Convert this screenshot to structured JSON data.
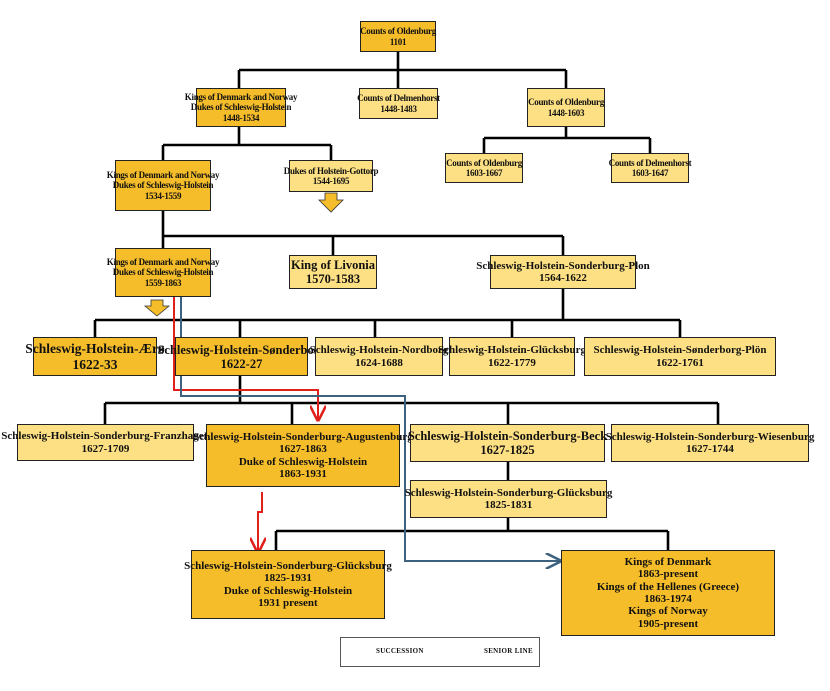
{
  "nodes": {
    "counts_oldenburg_1101": {
      "lines": [
        "Counts of Oldenburg",
        "1101"
      ]
    },
    "kings_dk_no_1448": {
      "lines": [
        "Kings of Denmark and Norway",
        "Dukes of Schleswig-Holstein",
        "1448-1534"
      ]
    },
    "counts_delmenhorst_1448": {
      "lines": [
        "Counts of Delmenhorst",
        "1448-1483"
      ]
    },
    "counts_oldenburg_1448": {
      "lines": [
        "Counts of Oldenburg",
        "1448-1603"
      ]
    },
    "counts_oldenburg_1603": {
      "lines": [
        "Counts of Oldenburg",
        "1603-1667"
      ]
    },
    "counts_delmenhorst_1603": {
      "lines": [
        "Counts of Delmenhorst",
        "1603-1647"
      ]
    },
    "kings_dk_no_1534": {
      "lines": [
        "Kings of Denmark and Norway",
        "Dukes of Schleswig-Holstein",
        "1534-1559"
      ]
    },
    "dukes_holstein_gottorp": {
      "lines": [
        "Dukes of Holstein-Gottorp",
        "1544-1695"
      ]
    },
    "kings_dk_no_1559": {
      "lines": [
        "Kings of Denmark and Norway",
        "Dukes of Schleswig-Holstein",
        "1559-1863"
      ]
    },
    "king_livonia": {
      "lines": [
        "King of Livonia",
        "1570-1583"
      ]
    },
    "shs_plon_1564": {
      "lines": [
        "Schleswig-Holstein-Sonderburg-Plon",
        "1564-1622"
      ]
    },
    "sh_aero": {
      "lines": [
        "Schleswig-Holstein-Ærø",
        "1622-33"
      ]
    },
    "sh_sonderburg": {
      "lines": [
        "Schleswig-Holstein-Sønderborg",
        "1622-27"
      ]
    },
    "sh_nordborg": {
      "lines": [
        "Schleswig-Holstein-Nordborg",
        "1624-1688"
      ]
    },
    "sh_glucksburg_1622": {
      "lines": [
        "Schleswig-Holstein-Glücksburg",
        "1622-1779"
      ]
    },
    "sh_sonderborg_plon": {
      "lines": [
        "Schleswig-Holstein-Sønderborg-Plön",
        "1622-1761"
      ]
    },
    "shs_franzhagen": {
      "lines": [
        "Schleswig-Holstein-Sonderburg-Franzhagen",
        "1627-1709"
      ]
    },
    "shs_augustenburg": {
      "lines": [
        "Schleswig-Holstein-Sonderburg-Augustenburg",
        "1627-1863",
        "Duke of Schleswig-Holstein",
        "1863-1931"
      ]
    },
    "shs_beck": {
      "lines": [
        "Schleswig-Holstein-Sonderburg-Beck",
        "1627-1825"
      ]
    },
    "shs_wiesenburg": {
      "lines": [
        "Schleswig-Holstein-Sonderburg-Wiesenburg",
        "1627-1744"
      ]
    },
    "shs_glucksburg_1825": {
      "lines": [
        "Schleswig-Holstein-Sonderburg-Glücksburg",
        "1825-1831"
      ]
    },
    "shs_glucksburg_1825_1931": {
      "lines": [
        "Schleswig-Holstein-Sonderburg-Glücksburg",
        "1825-1931",
        "Duke of Schleswig-Holstein",
        "1931 present"
      ]
    },
    "kings_denmark": {
      "lines": [
        "Kings of Denmark",
        "1863-present",
        "Kings of the Hellenes (Greece)",
        "1863-1974",
        "Kings of Norway",
        "1905-present"
      ]
    }
  },
  "legend": {
    "succession": "SUCCESSION",
    "senior_line": "SENIOR LINE"
  },
  "colors": {
    "senior": "#f5bd2a",
    "light": "#fde083",
    "succession_red": "#e0201b",
    "succession_blue": "#3c6280",
    "connector": "#000000"
  }
}
